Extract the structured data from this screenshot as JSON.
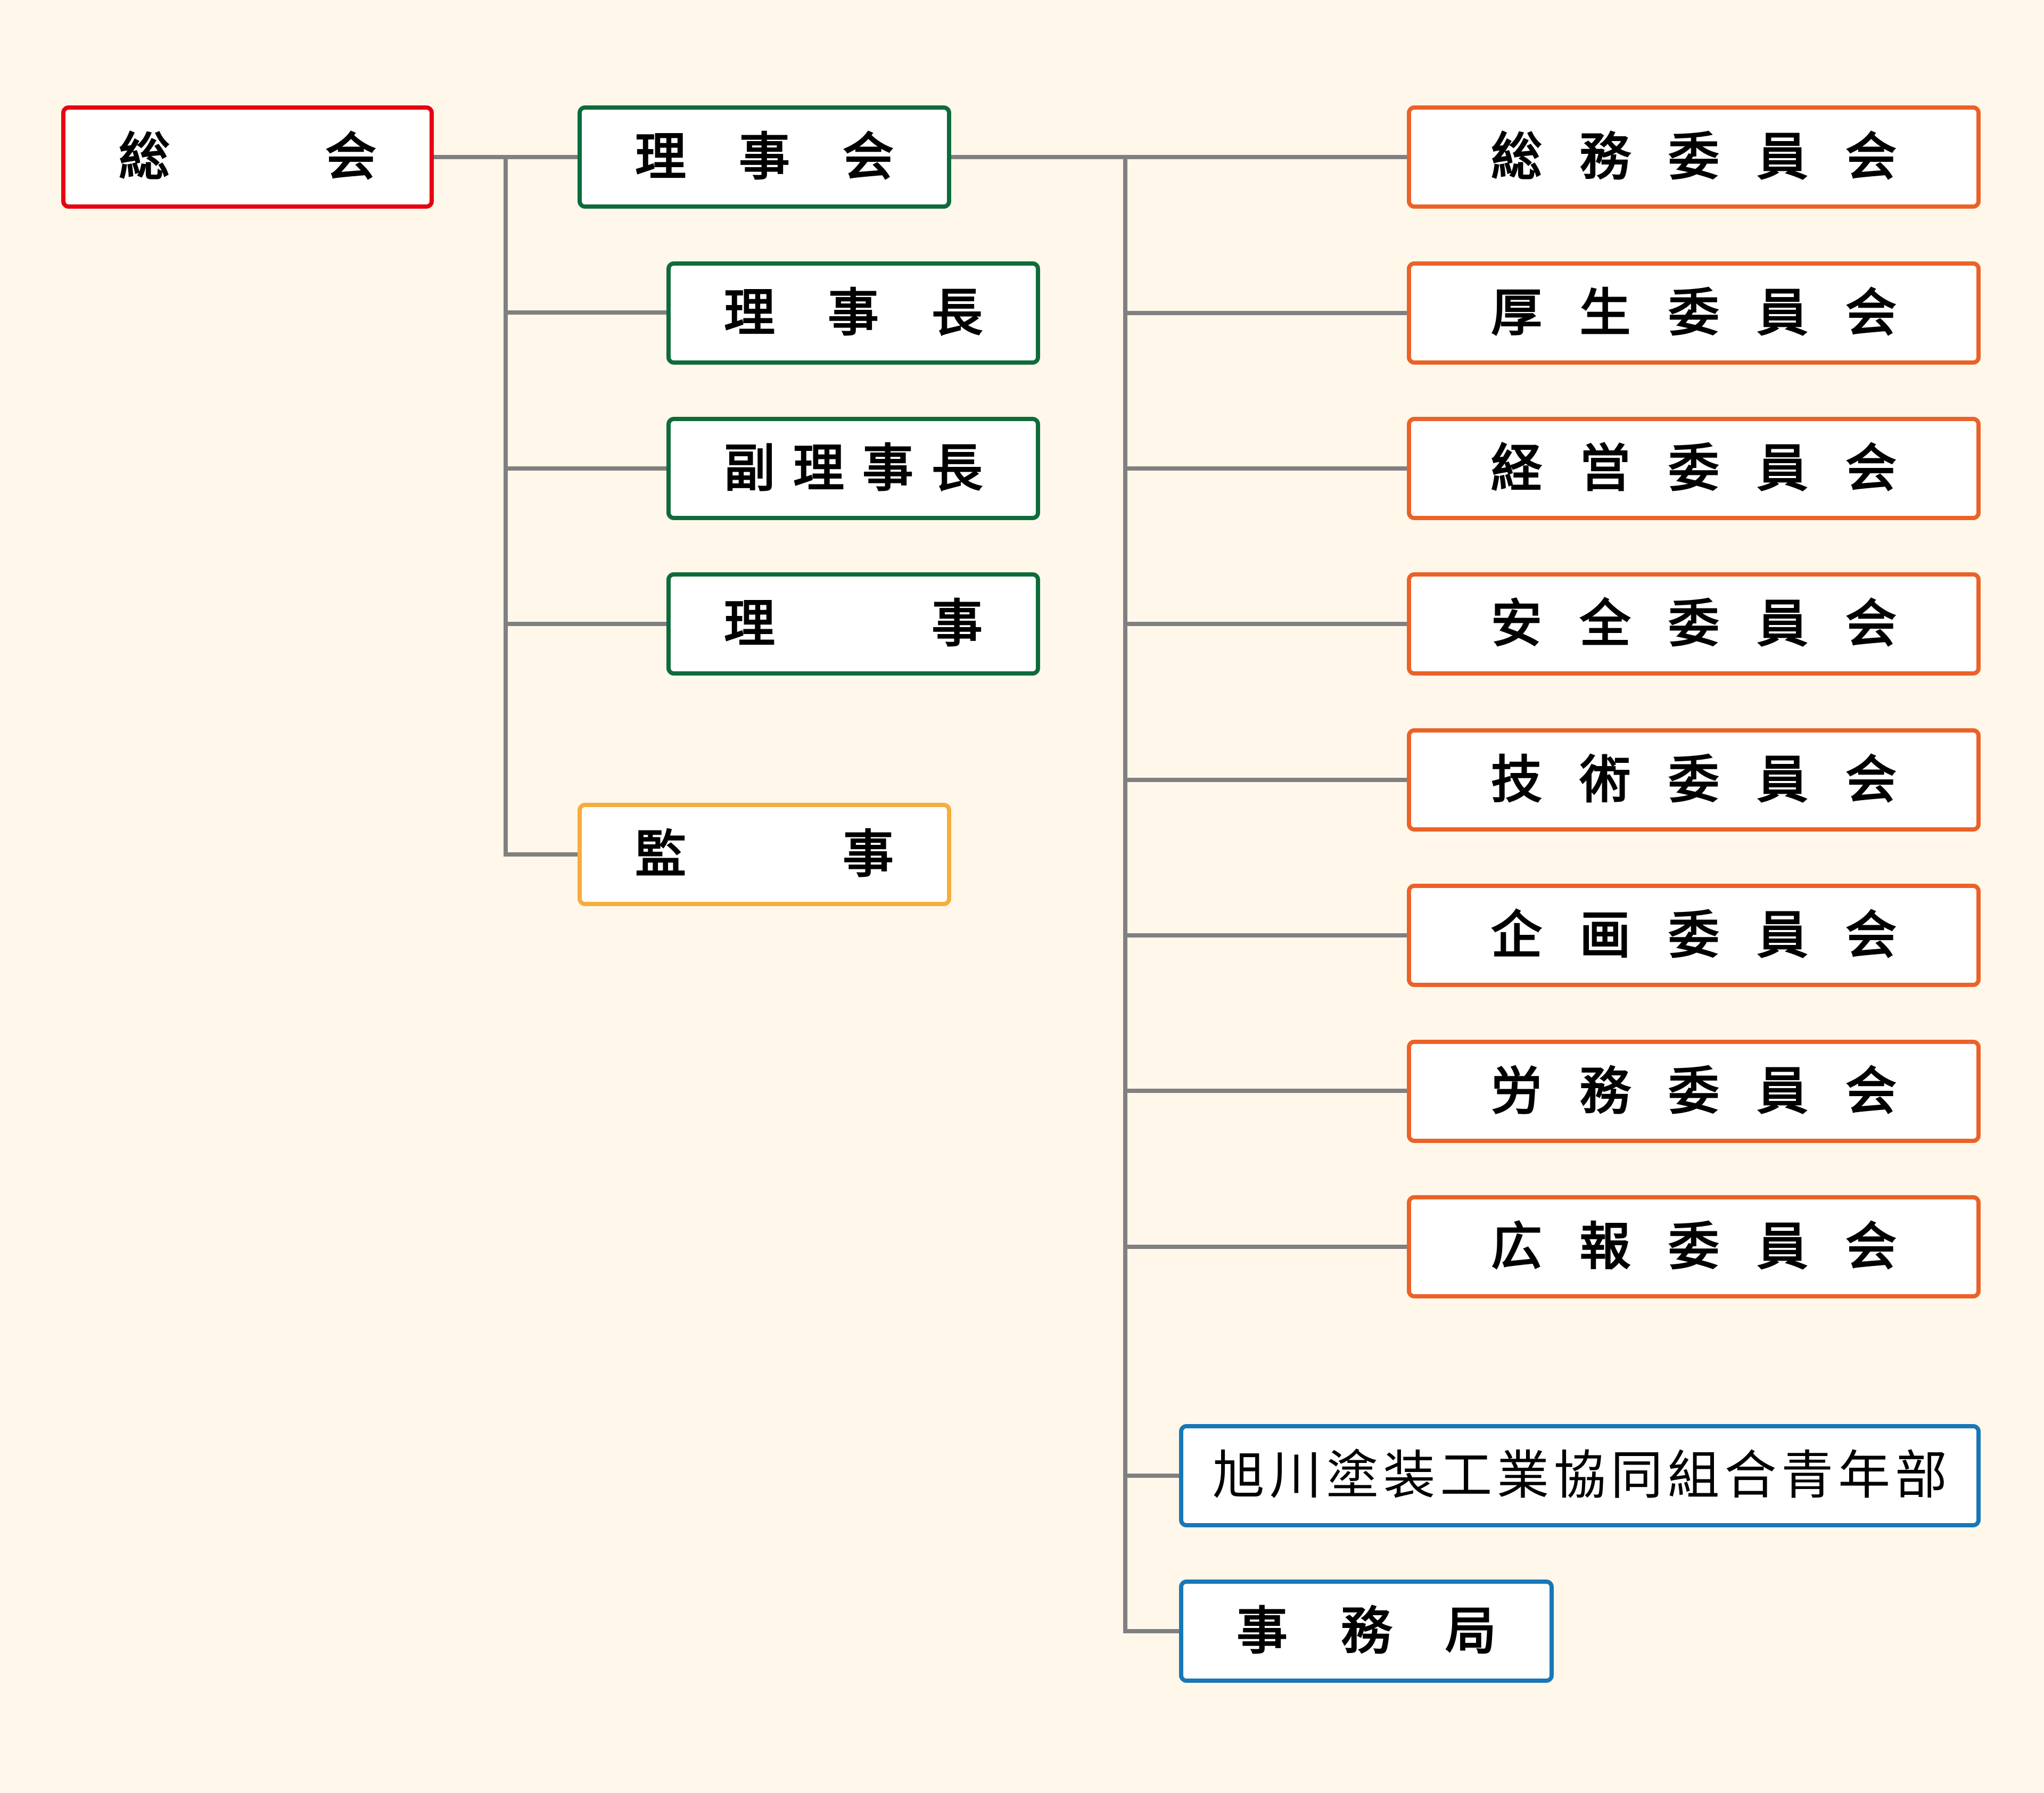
{
  "colors": {
    "background": "#fef7ea",
    "line": "#808080",
    "general_assembly": "#e60012",
    "board": "#0e6b3a",
    "auditor": "#f6ad3c",
    "committee": "#eb6228",
    "other": "#1877b7"
  },
  "nodes": {
    "general_assembly": {
      "label": "総会",
      "chars": [
        "総",
        "会"
      ]
    },
    "board": {
      "label": "理事会",
      "chars": [
        "理",
        "事",
        "会"
      ]
    },
    "chairman": {
      "label": "理事長",
      "chars": [
        "理",
        "事",
        "長"
      ]
    },
    "vice_chairman": {
      "label": "副理事長",
      "chars": [
        "副",
        "理",
        "事",
        "長"
      ]
    },
    "director": {
      "label": "理事",
      "chars": [
        "理",
        "事"
      ]
    },
    "auditor": {
      "label": "監事",
      "chars": [
        "監",
        "事"
      ]
    },
    "committees": [
      {
        "label": "総務委員会",
        "chars": [
          "総",
          "務",
          "委",
          "員",
          "会"
        ]
      },
      {
        "label": "厚生委員会",
        "chars": [
          "厚",
          "生",
          "委",
          "員",
          "会"
        ]
      },
      {
        "label": "経営委員会",
        "chars": [
          "経",
          "営",
          "委",
          "員",
          "会"
        ]
      },
      {
        "label": "安全委員会",
        "chars": [
          "安",
          "全",
          "委",
          "員",
          "会"
        ]
      },
      {
        "label": "技術委員会",
        "chars": [
          "技",
          "術",
          "委",
          "員",
          "会"
        ]
      },
      {
        "label": "企画委員会",
        "chars": [
          "企",
          "画",
          "委",
          "員",
          "会"
        ]
      },
      {
        "label": "労務委員会",
        "chars": [
          "労",
          "務",
          "委",
          "員",
          "会"
        ]
      },
      {
        "label": "広報委員会",
        "chars": [
          "広",
          "報",
          "委",
          "員",
          "会"
        ]
      }
    ],
    "youth_division": {
      "label": "旭川塗装工業協同組合青年部",
      "chars": [
        "旭",
        "川",
        "塗",
        "装",
        "工",
        "業",
        "協",
        "同",
        "組",
        "合",
        "青",
        "年",
        "部"
      ]
    },
    "secretariat": {
      "label": "事務局",
      "chars": [
        "事",
        "務",
        "局"
      ]
    }
  }
}
